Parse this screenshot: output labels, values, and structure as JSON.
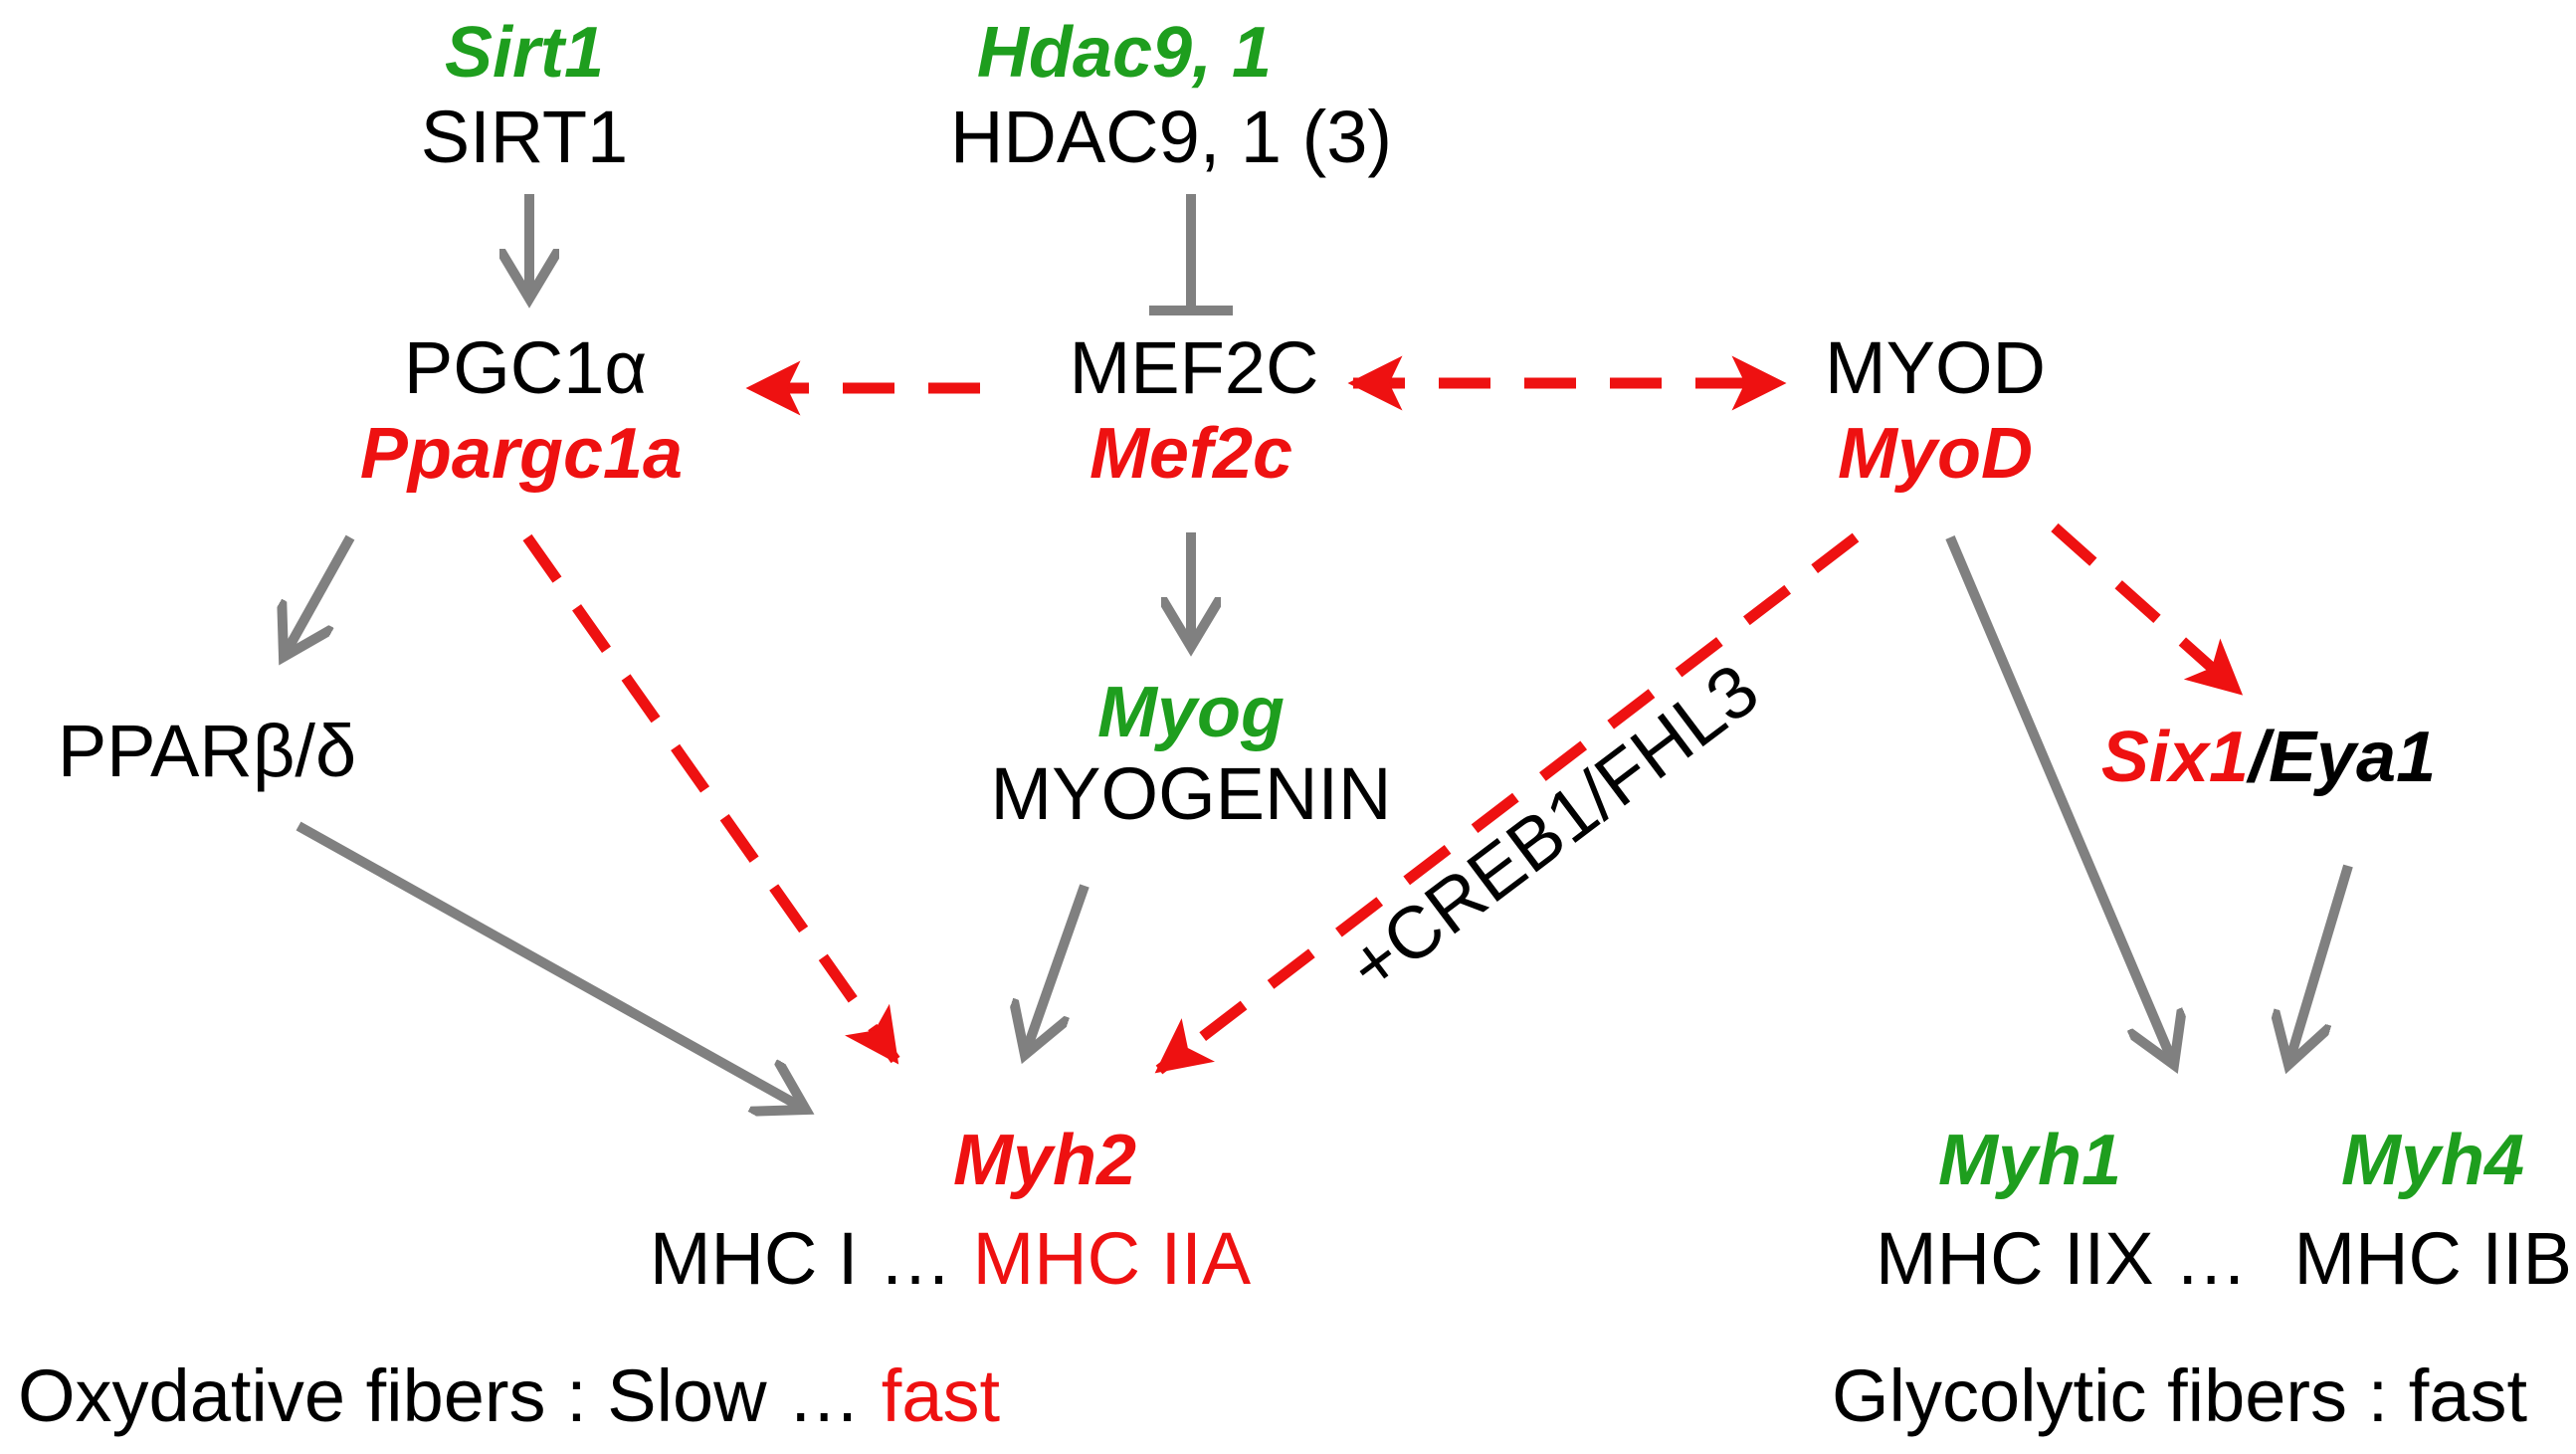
{
  "nodes": {
    "sirt1": {
      "gene": "Sirt1",
      "protein": "SIRT1"
    },
    "hdac": {
      "gene": "Hdac9, 1",
      "protein": "HDAC9, 1 (3)"
    },
    "pgc1a": {
      "protein": "PGC1α",
      "gene": "Ppargc1a"
    },
    "mef2c": {
      "protein": "MEF2C",
      "gene": "Mef2c"
    },
    "myod": {
      "protein": "MYOD",
      "gene": "MyoD"
    },
    "ppar": {
      "protein": "PPARβ/δ"
    },
    "myog": {
      "gene": "Myog",
      "protein": "MYOGENIN"
    },
    "six1eya1": {
      "gene_red": "Six1",
      "separator": "/",
      "gene_black": "Eya1"
    },
    "myh2": {
      "gene": "Myh2",
      "protein_black": "MHC I … ",
      "protein_red": "MHC IIA"
    },
    "myh1": {
      "gene": "Myh1",
      "protein": "MHC IIX … "
    },
    "myh4": {
      "gene": "Myh4",
      "protein": "MHC IIB"
    }
  },
  "edge_labels": {
    "creb1_fhl3": "+CREB1/FHL3"
  },
  "footer": {
    "left_black": "Oxydative fibers : Slow … ",
    "left_red": "fast",
    "right": "Glycolytic fibers : fast"
  },
  "colors": {
    "gene_green": "#1e9e1e",
    "highlight_red": "#ee1111",
    "arrow_gray": "#808080",
    "text_black": "#000000"
  }
}
